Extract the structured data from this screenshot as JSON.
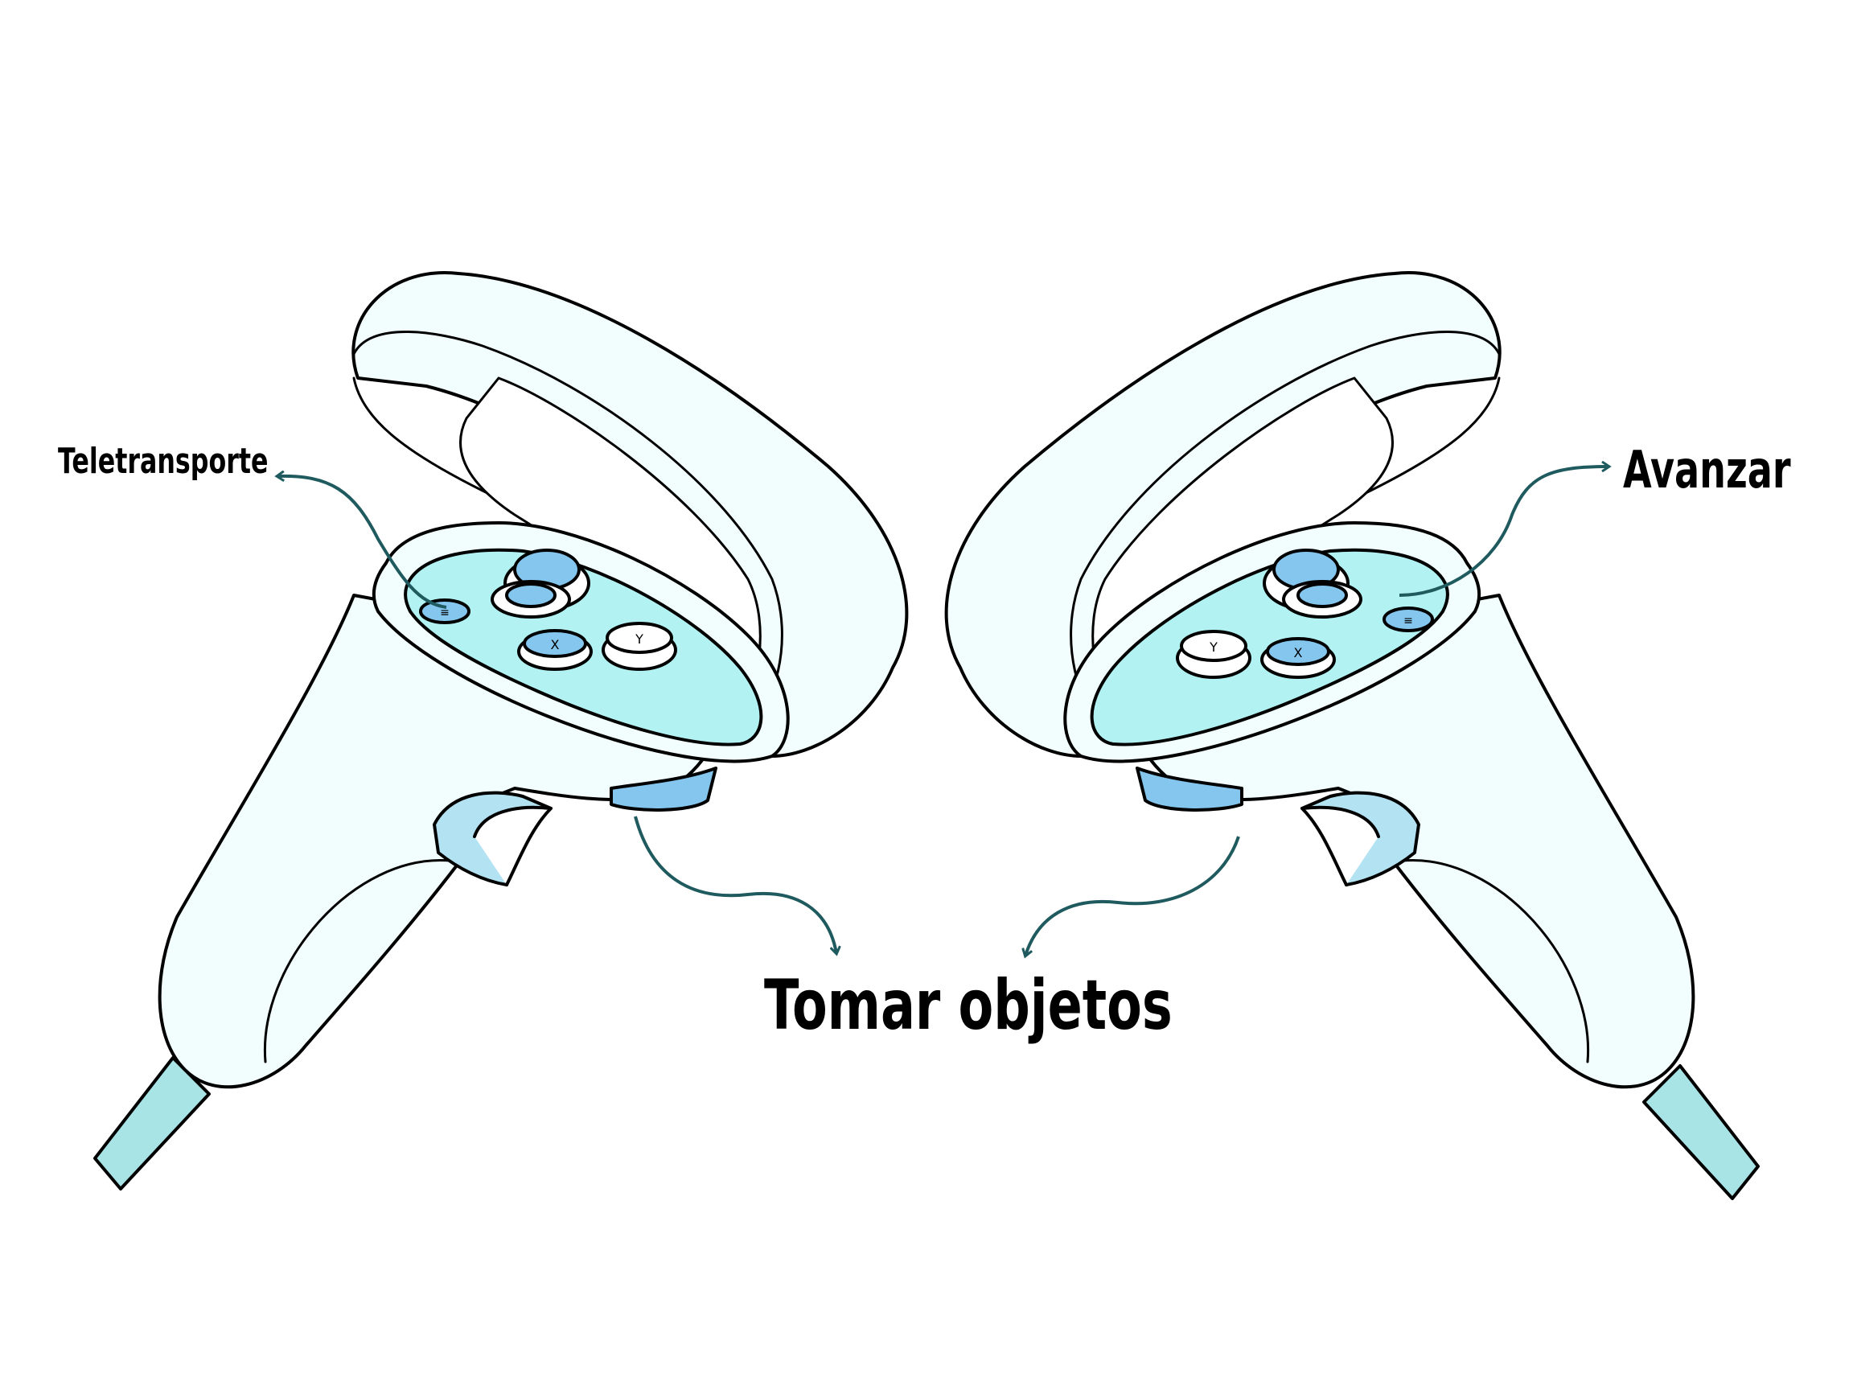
{
  "labels": {
    "teleport": "Teletransporte",
    "advance": "Avanzar",
    "grab": "Tomar objetos"
  },
  "buttons": {
    "x": "X",
    "y": "Y",
    "menu": "≡"
  },
  "colors": {
    "outline": "#000000",
    "body_fill": "#f2fdfd",
    "face_fill": "#b3f2f2",
    "button_fill": "#85c6ee",
    "cable_fill": "#a8e3e6",
    "arrow": "#1f5a5f"
  },
  "icons": {
    "left_controller": "vr-controller-left-icon",
    "right_controller": "vr-controller-right-icon",
    "arrow": "curved-arrow-icon"
  }
}
